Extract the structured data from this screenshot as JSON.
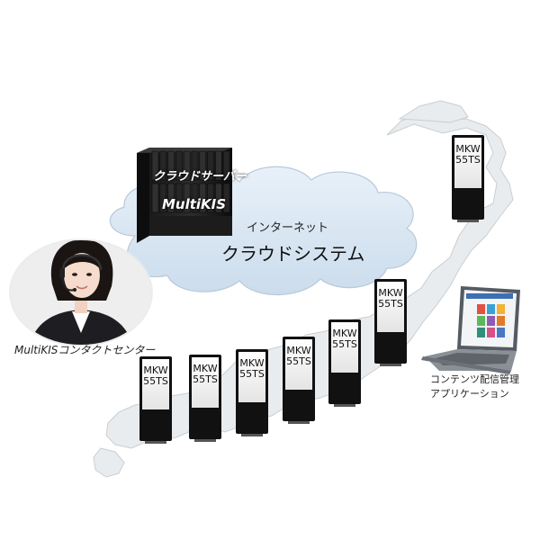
{
  "server": {
    "label_top": "クラウドサーバー",
    "label_bottom": "MultiKIS"
  },
  "cloud": {
    "label_small": "インターネット",
    "label_large": "クラウドシステム"
  },
  "contact_center": {
    "label": "MultiKISコンタクトセンター"
  },
  "laptop": {
    "label_line1": "コンテンツ配信管理",
    "label_line2": "アプリケーション"
  },
  "kiosks": [
    {
      "line1": "MKW",
      "line2": "55TS"
    },
    {
      "line1": "MKW",
      "line2": "55TS"
    },
    {
      "line1": "MKW",
      "line2": "55TS"
    },
    {
      "line1": "MKW",
      "line2": "55TS"
    },
    {
      "line1": "MKW",
      "line2": "55TS"
    },
    {
      "line1": "MKW",
      "line2": "55TS"
    },
    {
      "line1": "MKW",
      "line2": "55TS"
    }
  ],
  "colors": {
    "map": "#e9ecee",
    "map_outline": "#c9ced2",
    "cloud": "#dbe8f4",
    "cloud_outline": "#b9c9d8",
    "kiosk_body": "#111111",
    "kiosk_screen": "#f4f4f4"
  }
}
